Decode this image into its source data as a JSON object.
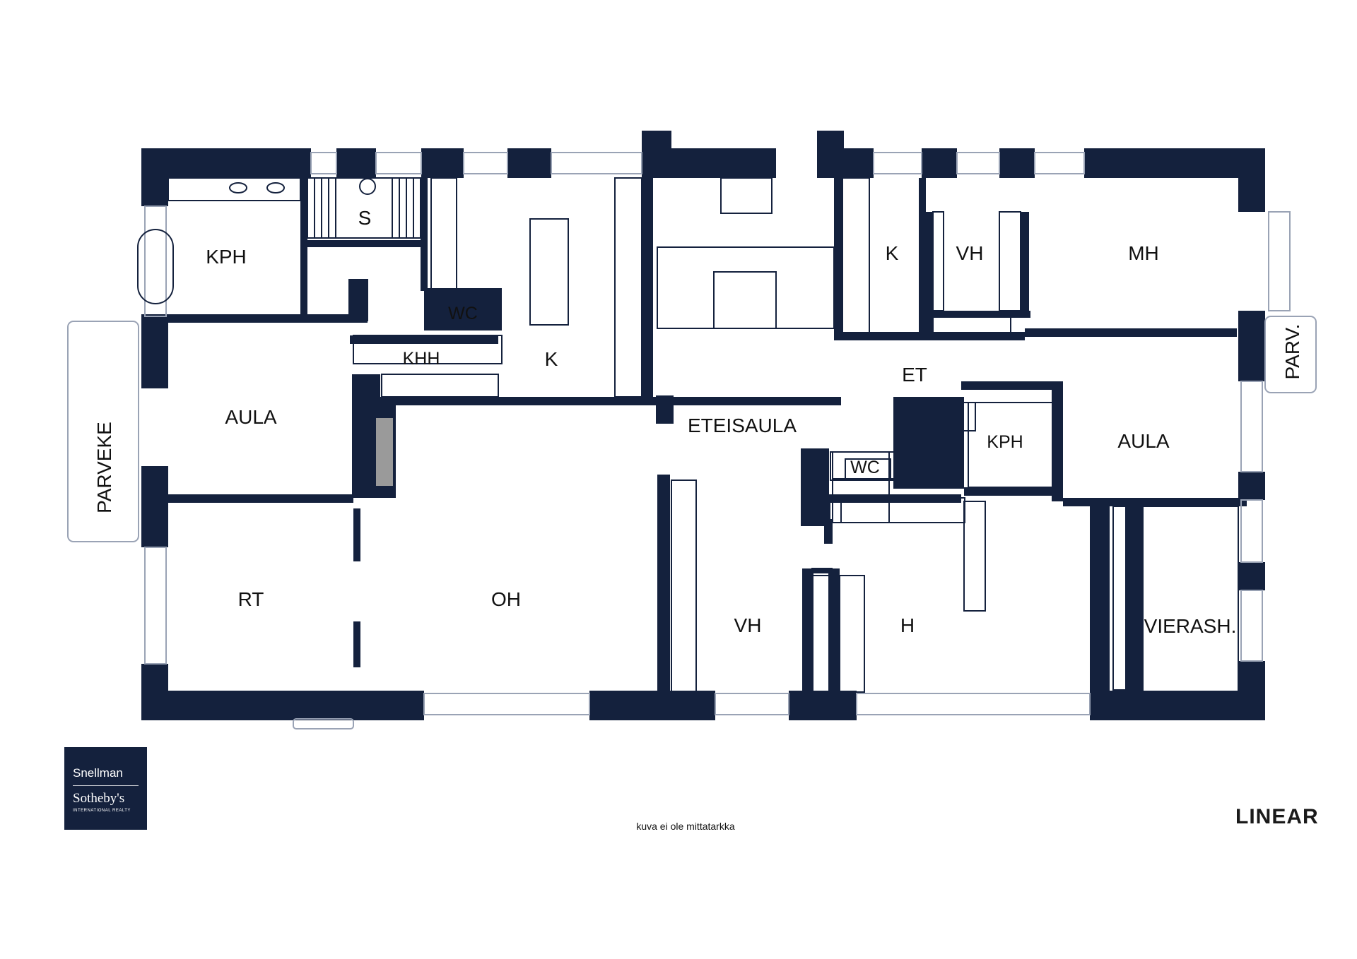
{
  "plan": {
    "rooms": {
      "kph_left": "KPH",
      "sauna": "S",
      "wc_left": "WC",
      "khh": "KHH",
      "kitchen_main": "K",
      "aula_left": "AULA",
      "parveke": "PARVEKE",
      "rt": "RT",
      "oh": "OH",
      "eteisaula": "ETEISAULA",
      "vh_center": "VH",
      "h": "H",
      "kitchen_small": "K",
      "vh_top": "VH",
      "mh": "MH",
      "et": "ET",
      "wc_right": "WC",
      "kph_right": "KPH",
      "aula_right": "AULA",
      "parv": "PARV.",
      "vierash": "VIERASH."
    },
    "colors": {
      "wall": "#14213d",
      "line": "#14213d",
      "window": "#9aa3b5"
    }
  },
  "footer": {
    "note": "kuva ei ole mittatarkka",
    "brand": "LINEAR",
    "logo": {
      "line1": "Snellman",
      "line2": "Sotheby's",
      "line3": "INTERNATIONAL REALTY"
    }
  }
}
